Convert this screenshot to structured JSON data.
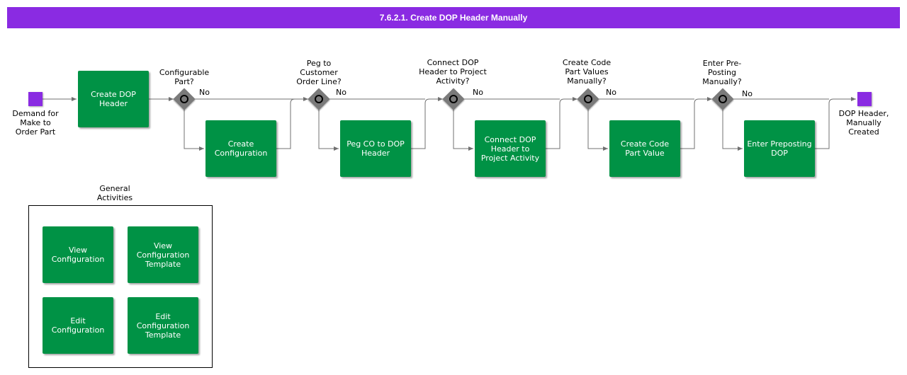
{
  "title": "7.6.2.1. Create DOP Header Manually",
  "start_event": "Demand for\nMake to\nOrder Part",
  "end_event": "DOP Header,\nManually\nCreated",
  "first_task": "Create DOP\nHeader",
  "gateways": [
    {
      "question": "Configurable\nPart?",
      "no_label": "No",
      "task": "Create\nConfiguration"
    },
    {
      "question": "Peg to\nCustomer\nOrder Line?",
      "no_label": "No",
      "task": "Peg CO to DOP\nHeader"
    },
    {
      "question": "Connect DOP\nHeader to Project\nActivity?",
      "no_label": "No",
      "task": "Connect DOP\nHeader to\nProject Activity"
    },
    {
      "question": "Create Code\nPart Values\nManually?",
      "no_label": "No",
      "task": "Create Code\nPart Value"
    },
    {
      "question": "Enter Pre-\nPosting\nManually?",
      "no_label": "No",
      "task": "Enter Preposting\nDOP"
    }
  ],
  "general_activities": {
    "label": "General\nActivities",
    "tasks": [
      "View\nConfiguration",
      "View\nConfiguration\nTemplate",
      "Edit\nConfiguration",
      "Edit\nConfiguration\nTemplate"
    ]
  },
  "colors": {
    "event": "#8a2be2",
    "task": "#009245",
    "gateway": "#7a7a7a",
    "connector": "#707070"
  }
}
